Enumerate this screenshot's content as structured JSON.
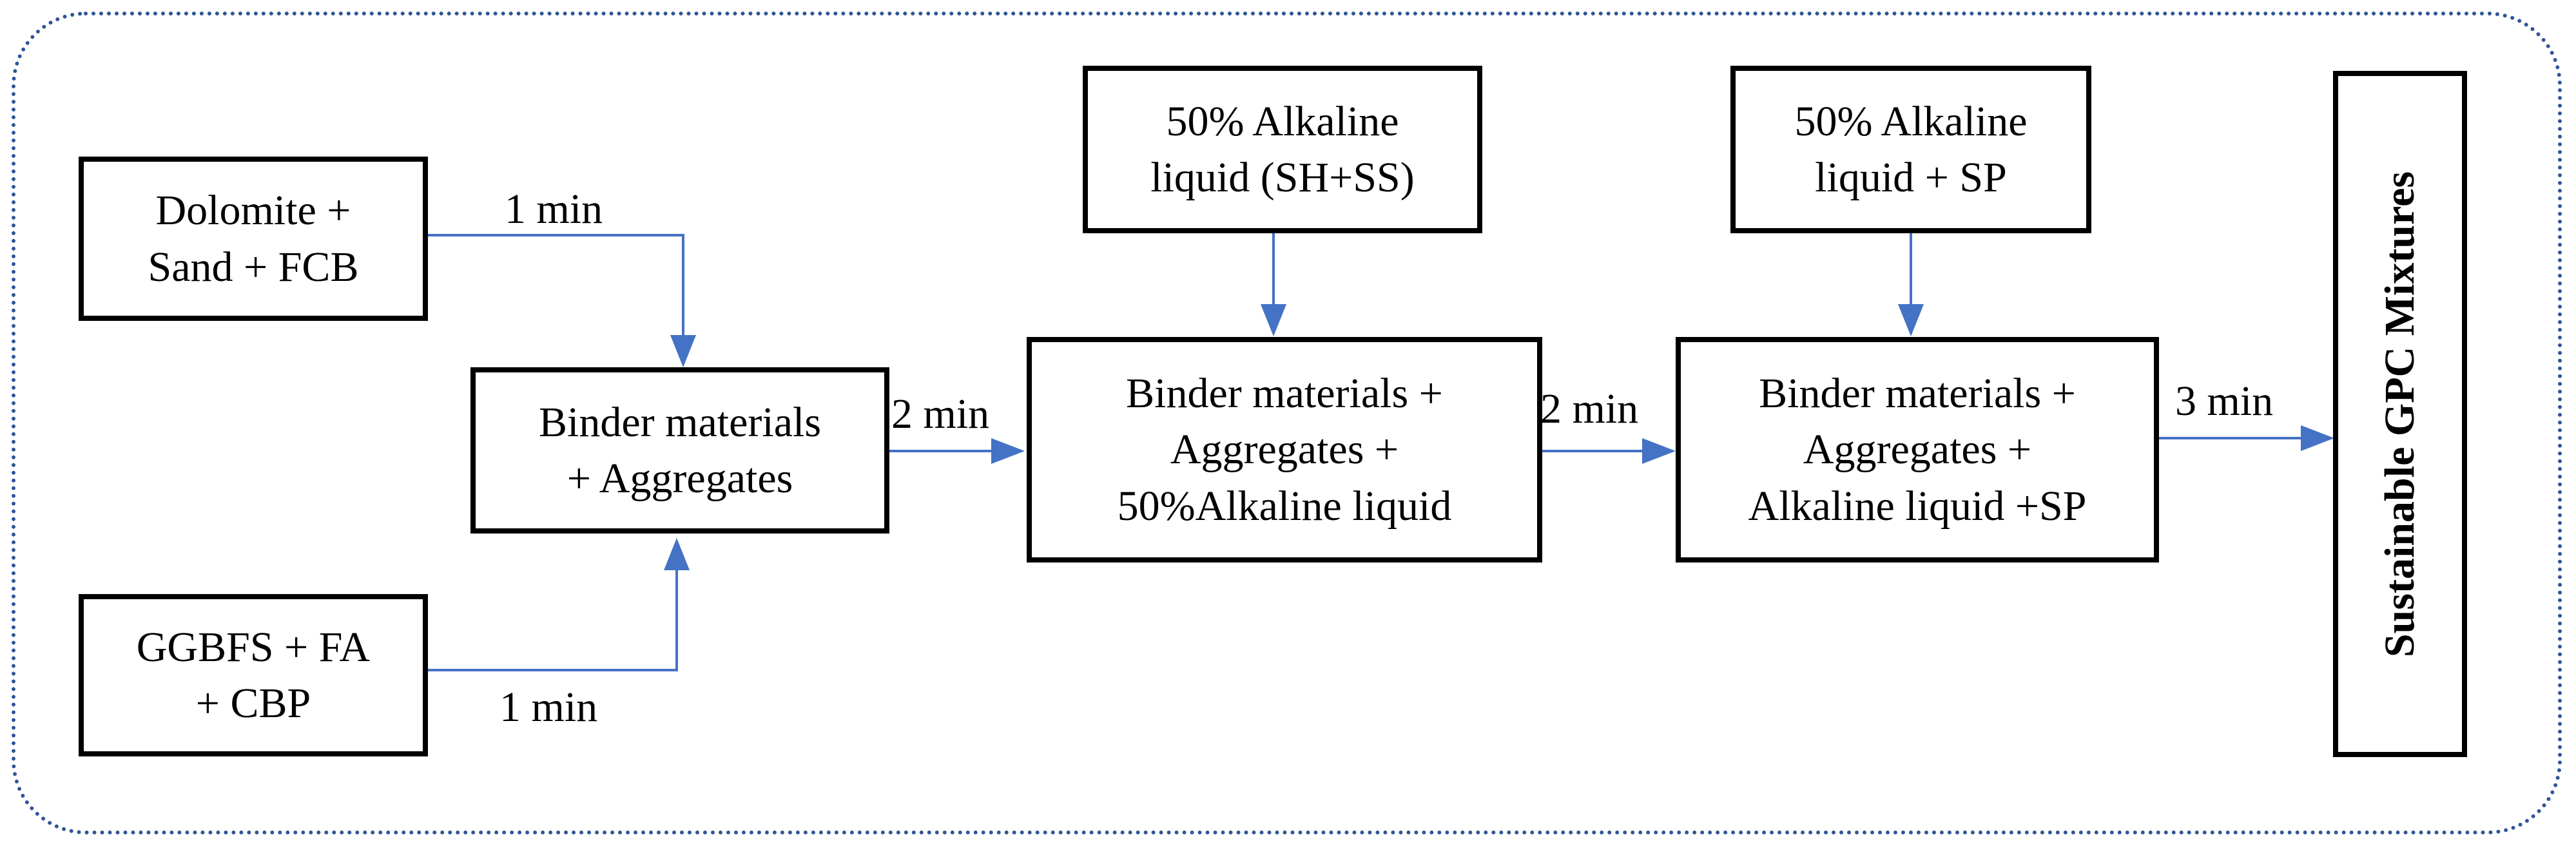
{
  "boxes": {
    "dolomite": "Dolomite +\nSand + FCB",
    "ggbfs": "GGBFS + FA\n+ CBP",
    "binder_aggregates": "Binder materials\n+ Aggregates",
    "alkaline_50_top": "50% Alkaline\nliquid (SH+SS)",
    "binder_agg_alkaline": "Binder materials +\nAggregates +\n50%Alkaline liquid",
    "alkaline_sp_top": "50% Alkaline\nliquid + SP",
    "binder_agg_alkaline_sp": "Binder materials +\nAggregates +\nAlkaline liquid +SP",
    "final": "Sustainable GPC Mixtures"
  },
  "labels": {
    "time_top": "1 min",
    "time_bottom": "1 min",
    "time_step2": "2 min",
    "time_step3": "2 min",
    "time_step4": "3 min"
  },
  "colors": {
    "arrow": "#4472c4",
    "frame": "#2f5597",
    "box_border": "#000000"
  }
}
